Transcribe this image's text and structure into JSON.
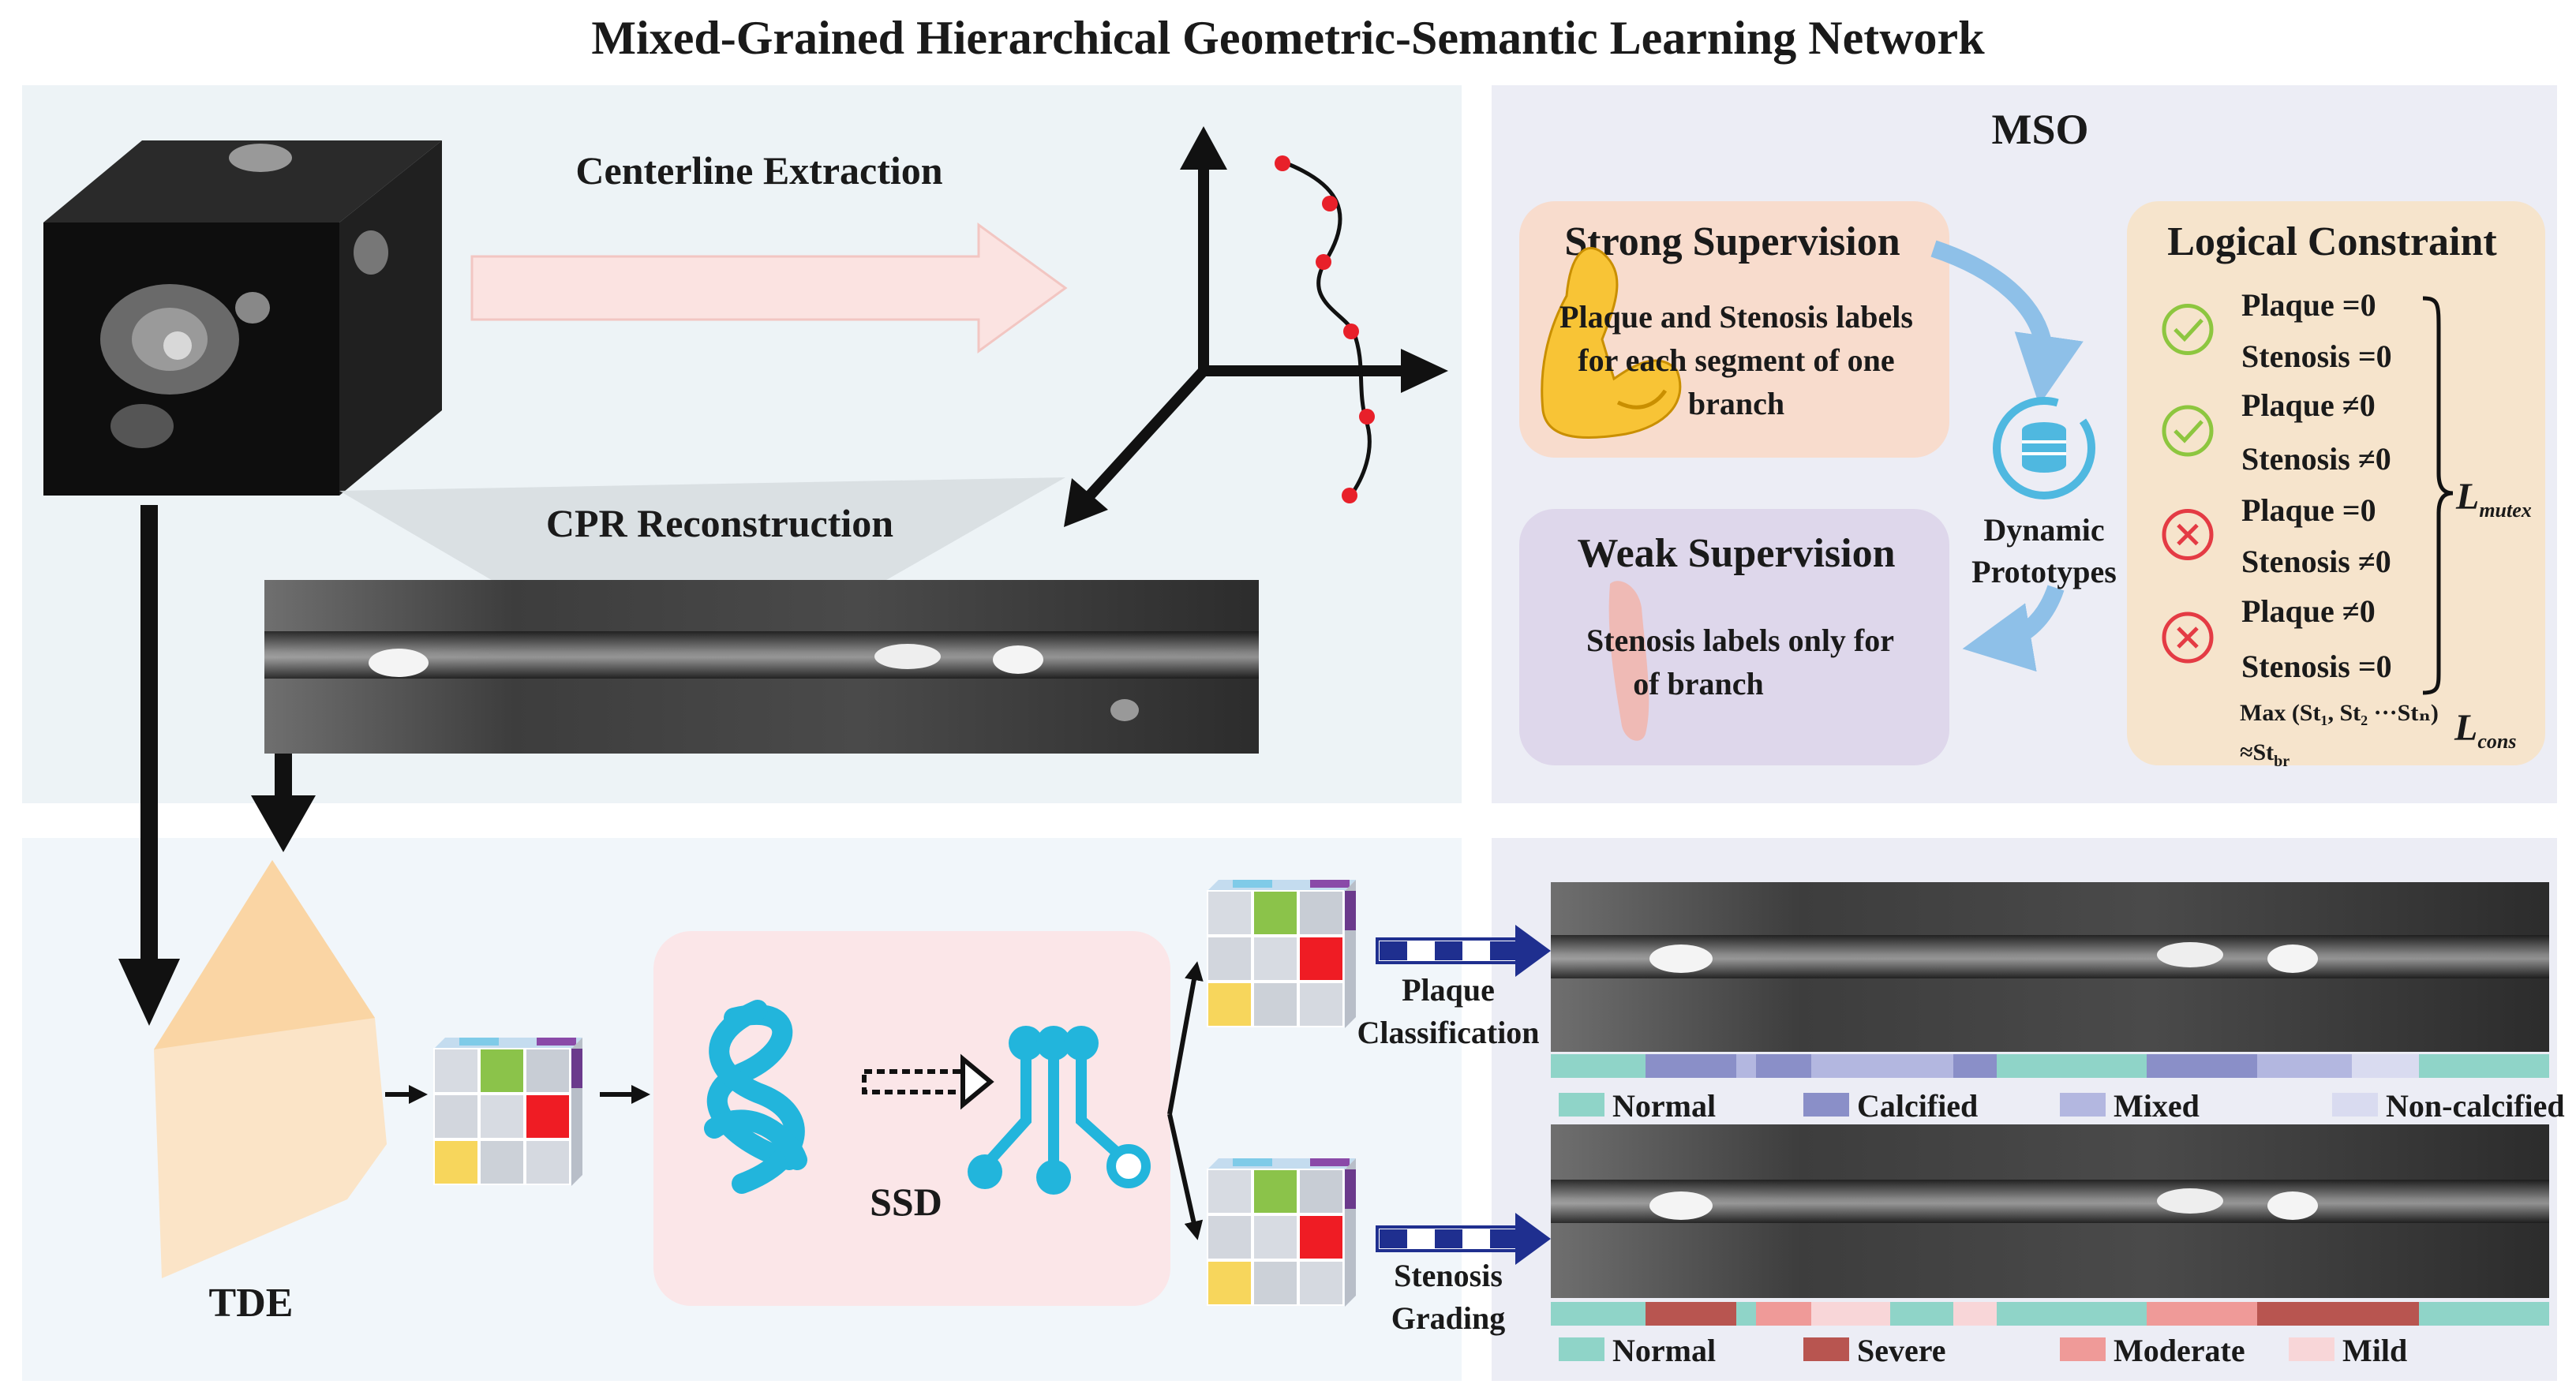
{
  "title": "Mixed-Grained Hierarchical Geometric-Semantic Learning Network",
  "steps": {
    "centerline": "Centerline Extraction",
    "cpr": "CPR Reconstruction",
    "tde": "TDE",
    "ssd": "SSD"
  },
  "mso": {
    "title": "MSO",
    "strong": {
      "title": "Strong Supervision",
      "lines": [
        "Plaque and Stenosis labels",
        "for each segment of one",
        "branch"
      ]
    },
    "weak": {
      "title": "Weak Supervision",
      "lines": [
        "Stenosis labels only for",
        "of  branch"
      ]
    },
    "dynamic": [
      "Dynamic",
      "Prototypes"
    ],
    "logical": {
      "title": "Logical Constraint",
      "rules": [
        {
          "plaque": "Plaque =0",
          "stenosis": "Stenosis =0",
          "valid": true
        },
        {
          "plaque": "Plaque ≠0",
          "stenosis": "Stenosis ≠0",
          "valid": true
        },
        {
          "plaque": "Plaque =0",
          "stenosis": "Stenosis ≠0",
          "valid": false
        },
        {
          "plaque": "Plaque ≠0",
          "stenosis": "Stenosis =0",
          "valid": false
        }
      ],
      "max_line": "Max (St₁, St₂ ···Stₙ)",
      "approx_line": "≈St",
      "approx_sub": "br",
      "l_mutex": "L",
      "l_mutex_sub": "mutex",
      "l_cons": "L",
      "l_cons_sub": "cons"
    }
  },
  "tasks": {
    "plaque": [
      "Plaque",
      "Classification"
    ],
    "stenosis": [
      "Stenosis",
      "Grading"
    ]
  },
  "legend_plaque": [
    {
      "label": "Normal",
      "color": "#8fd4c8"
    },
    {
      "label": "Calcified",
      "color": "#8a8fc8"
    },
    {
      "label": "Mixed",
      "color": "#b3b7e0"
    },
    {
      "label": "Non-calcified",
      "color": "#d9dbf0"
    }
  ],
  "legend_stenosis": [
    {
      "label": "Normal",
      "color": "#8fd4c8"
    },
    {
      "label": "Severe",
      "color": "#b85550"
    },
    {
      "label": "Moderate",
      "color": "#ef9a98"
    },
    {
      "label": "Mild",
      "color": "#f8d6d8"
    }
  ]
}
